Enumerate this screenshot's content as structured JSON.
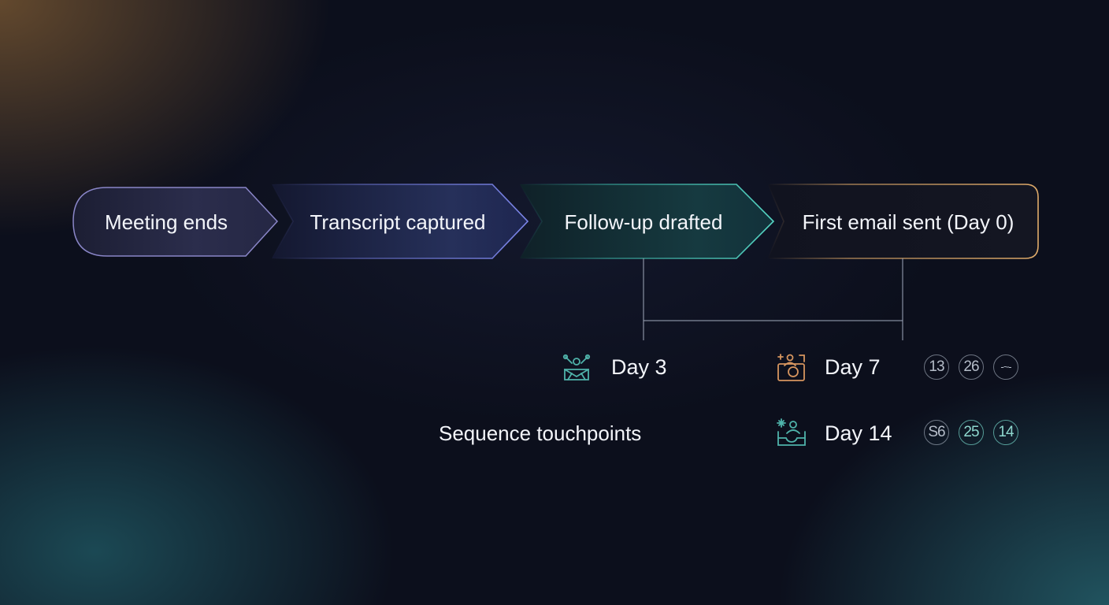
{
  "steps": [
    {
      "label": "Meeting ends",
      "accent": "#8a86c8"
    },
    {
      "label": "Transcript captured",
      "accent": "#6f78d8"
    },
    {
      "label": "Follow-up drafted",
      "accent": "#3fbfb0"
    },
    {
      "label": "First email sent (Day 0)",
      "accent": "#d9a566"
    }
  ],
  "sequence_label": "Sequence touchpoints",
  "touchpoints": [
    {
      "day": "Day 3",
      "icon": "email-person-icon",
      "icon_color": "#4fb3aa"
    },
    {
      "day": "Day 7",
      "icon": "calendar-person-icon",
      "icon_color": "#d6955f",
      "badges": [
        "13",
        "26",
        "-~-"
      ]
    },
    {
      "day": "Day 14",
      "icon": "inbox-person-icon",
      "icon_color": "#4fb3aa",
      "badges": [
        "S6",
        "25",
        "14"
      ]
    }
  ],
  "colors": {
    "background": "#0c0f1c",
    "connector": "#9aa3b5",
    "text": "#f3f5fa"
  }
}
